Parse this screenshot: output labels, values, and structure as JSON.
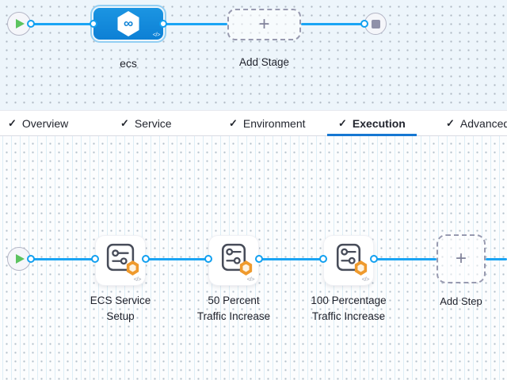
{
  "pipeline": {
    "stage_label": "ecs",
    "add_stage_label": "Add Stage",
    "plus": "+",
    "code_glyph": "</>",
    "infinity_glyph": "∞"
  },
  "tabs": {
    "check_glyph": "✓",
    "active": "Execution",
    "items": [
      {
        "label": "Overview"
      },
      {
        "label": "Service"
      },
      {
        "label": "Environment"
      },
      {
        "label": "Execution"
      },
      {
        "label": "Advanced"
      }
    ]
  },
  "execution": {
    "steps": [
      {
        "line1": "ECS Service",
        "line2": "Setup"
      },
      {
        "line1": "50 Percent",
        "line2": "Traffic Increase"
      },
      {
        "line1": "100 Percentage",
        "line2": "Traffic Increase"
      }
    ],
    "add_step_label": "Add Step",
    "plus": "+",
    "code_glyph": "</>"
  },
  "colors": {
    "connector_blue": "#1aa4f4",
    "stage_node_blue": "#1089da",
    "active_tab_underline": "#1677d2",
    "badge_orange": "#ef9a2d",
    "play_green": "#5cc35f",
    "stop_gray": "#8f91a9",
    "stage_canvas_bg": "#edf5fb",
    "exec_canvas_bg": "#fcfdfe"
  }
}
